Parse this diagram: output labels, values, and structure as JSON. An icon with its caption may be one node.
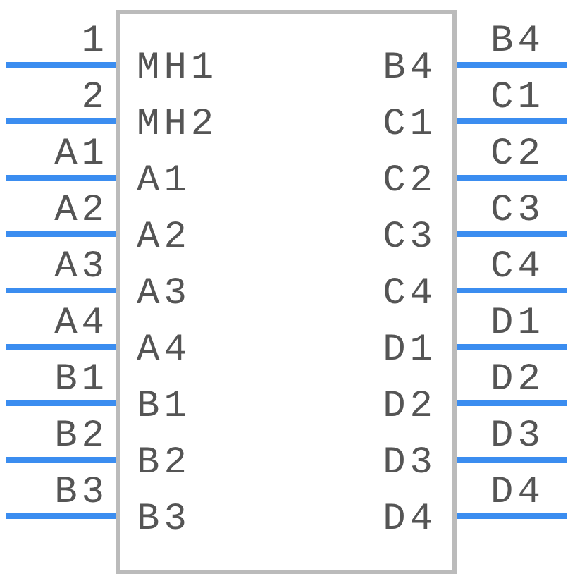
{
  "diagram": {
    "nodes": [
      {
        "text": [
          "MH1",
          "MH2",
          "A1",
          "A2",
          "A3",
          "A4",
          "B1",
          "B2",
          "B3",
          "B4",
          "C1",
          "C2",
          "C3",
          "C4",
          "D1",
          "D2",
          "D3",
          "D4"
        ]
      }
    ],
    "labels": [
      "1",
      "2",
      "A1",
      "A2",
      "A3",
      "A4",
      "B1",
      "B2",
      "B3",
      "B4",
      "C1",
      "C2",
      "C3",
      "C4",
      "D1",
      "D2",
      "D3",
      "D4"
    ]
  }
}
